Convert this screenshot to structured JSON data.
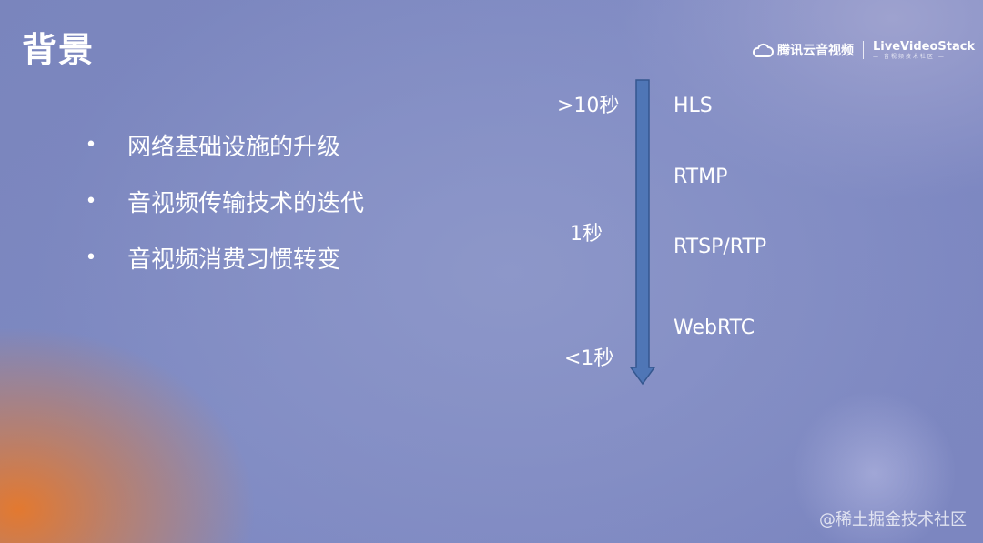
{
  "slide": {
    "title": "背景",
    "logo": {
      "brand_text": "腾讯云音视频",
      "partner_text": "LiveVideoStack",
      "partner_sub": "— 音视频技术社区 —",
      "icon": "cloud-icon"
    },
    "bullets": [
      "网络基础设施的升级",
      "音视频传输技术的迭代",
      "音视频消费习惯转变"
    ],
    "latency_labels": [
      ">10秒",
      "1秒",
      "<1秒"
    ],
    "protocols": [
      "HLS",
      "RTMP",
      "RTSP/RTP",
      "WebRTC"
    ],
    "arrow_color": "#4f76b6",
    "watermark": "@稀土掘金技术社区"
  }
}
